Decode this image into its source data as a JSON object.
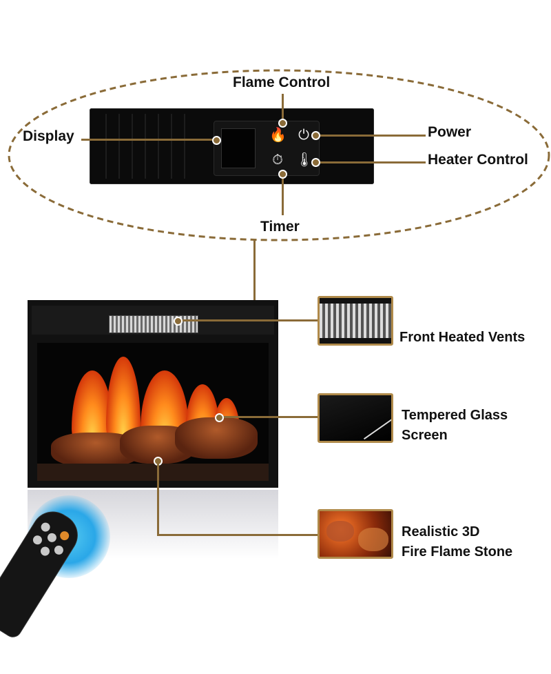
{
  "labels": {
    "flame_control": "Flame Control",
    "display": "Display",
    "power": "Power",
    "heater_control": "Heater Control",
    "timer": "Timer",
    "front_heated_vents": "Front Heated Vents",
    "tempered_glass_line1": "Tempered Glass",
    "tempered_glass_line2": "Screen",
    "flame_stone_line1": "Realistic 3D",
    "flame_stone_line2": "Fire Flame Stone"
  },
  "icons": [
    "flame-icon",
    "power-icon",
    "timer-icon",
    "thermometer-icon"
  ],
  "colors": {
    "accent": "#8a6b38",
    "thumbnail_border": "#b08a4a",
    "remote_glow": "#2aa7e8",
    "panel": "#0b0b0b"
  }
}
